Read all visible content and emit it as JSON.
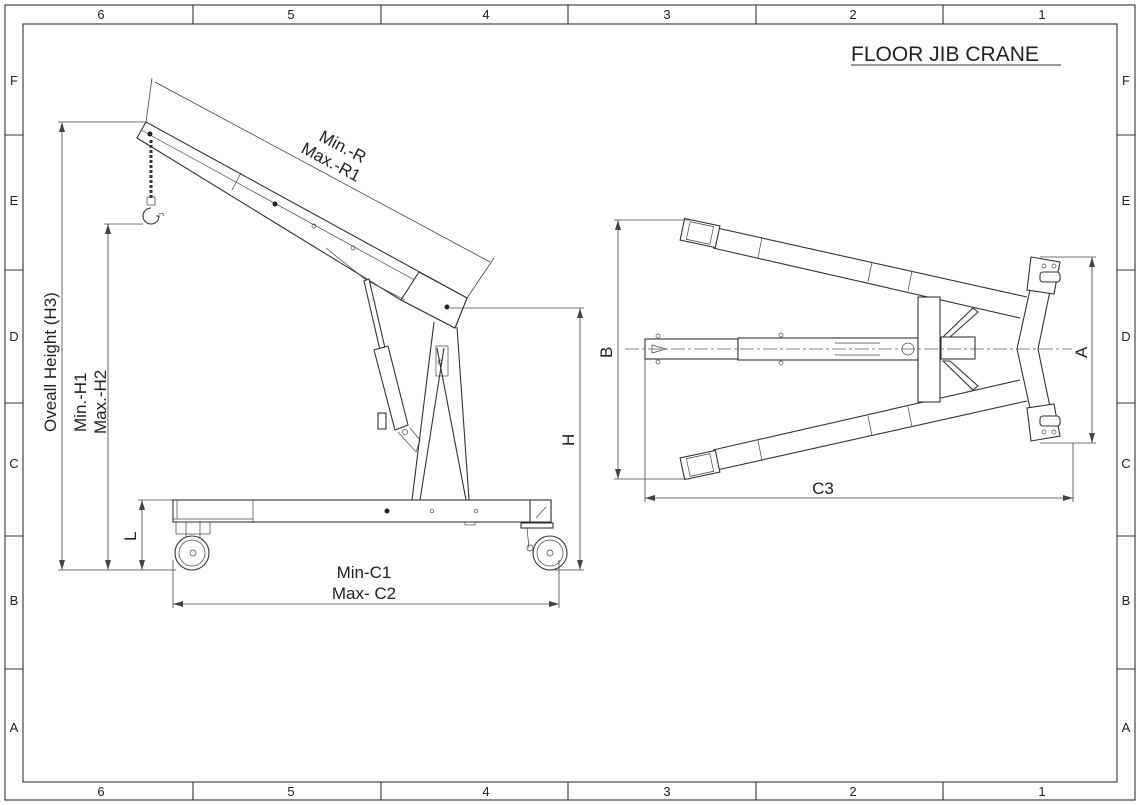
{
  "title": "FLOOR JIB CRANE",
  "zones": {
    "columns": [
      "6",
      "5",
      "4",
      "3",
      "2",
      "1"
    ],
    "rows": [
      "F",
      "E",
      "D",
      "C",
      "B",
      "A"
    ]
  },
  "side_view": {
    "boom_min": "Min.-R",
    "boom_max": "Max.-R1",
    "overall_height": "Oveall Height (H3)",
    "hook_min": "Min.-H1",
    "hook_max": "Max.-H2",
    "leg_height": "L",
    "pivot_height": "H",
    "base_min": "Min-C1",
    "base_max": "Max- C2"
  },
  "top_view": {
    "width_outer": "B",
    "width_rear": "A",
    "length": "C3"
  }
}
